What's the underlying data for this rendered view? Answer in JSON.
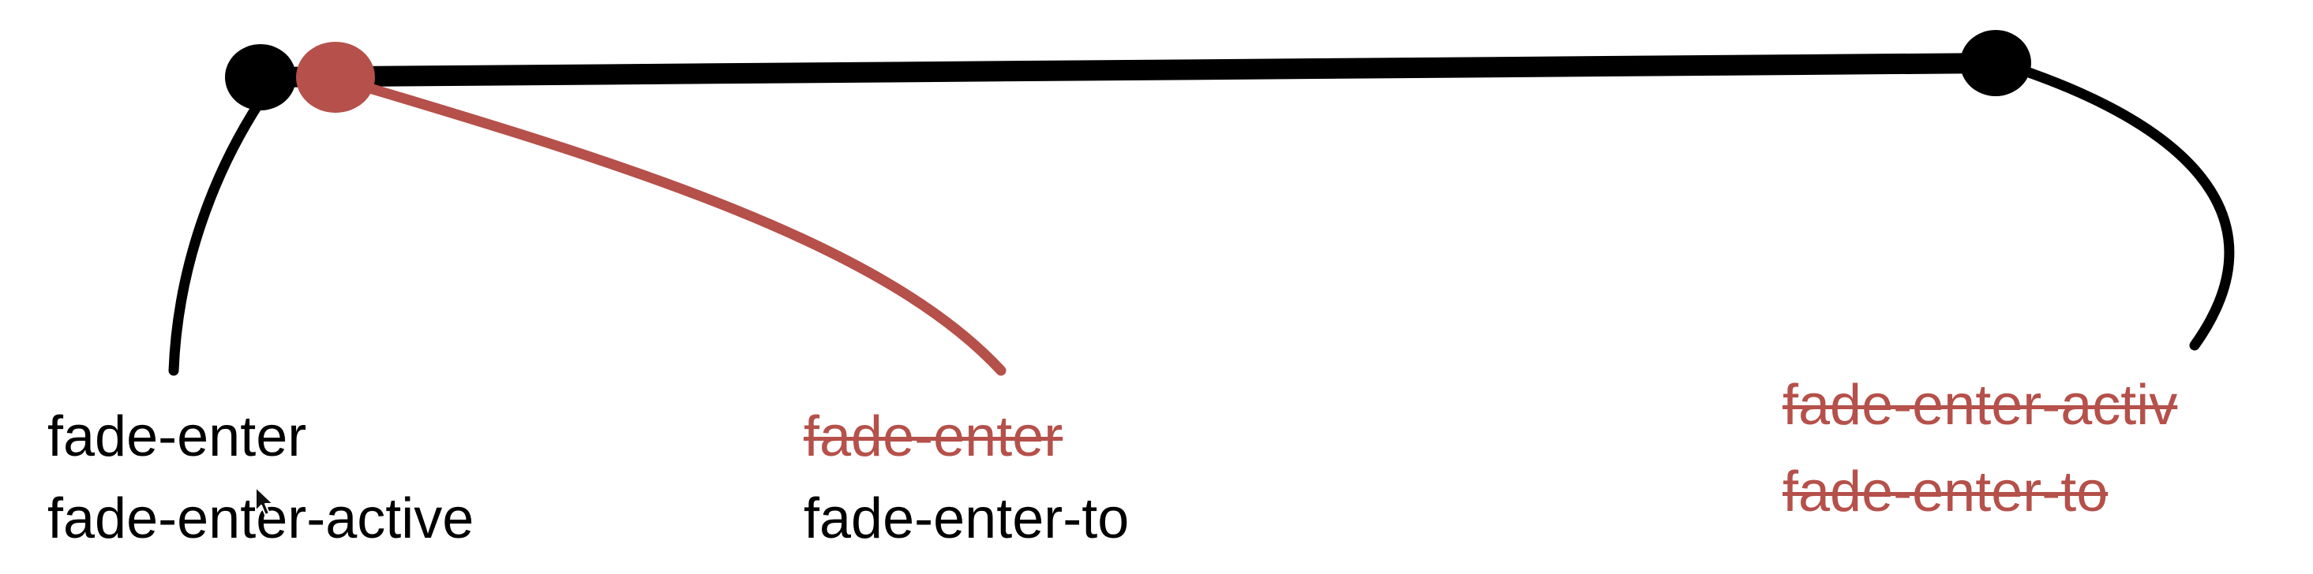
{
  "colors": {
    "line": "#000000",
    "highlight": "#b5504a",
    "text": "#000000"
  },
  "labels": {
    "first": {
      "line1": "fade-enter",
      "line2": "fade-enter-active"
    },
    "second": {
      "removed": "fade-enter",
      "added": "fade-enter-to"
    },
    "third": {
      "removed1": "fade-enter-activ",
      "removed2": "fade-enter-to"
    }
  },
  "cursor": {
    "icon": "mouse-pointer-icon"
  }
}
